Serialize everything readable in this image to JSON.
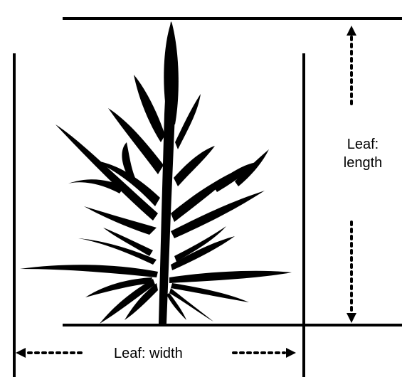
{
  "labels": {
    "length_line1": "Leaf:",
    "length_line2": "length",
    "width": "Leaf: width"
  },
  "colors": {
    "ink": "#000000",
    "background": "#ffffff"
  },
  "icons": [
    "leaf-silhouette-icon",
    "arrow-up-icon",
    "arrow-down-icon",
    "arrow-left-icon",
    "arrow-right-icon"
  ]
}
